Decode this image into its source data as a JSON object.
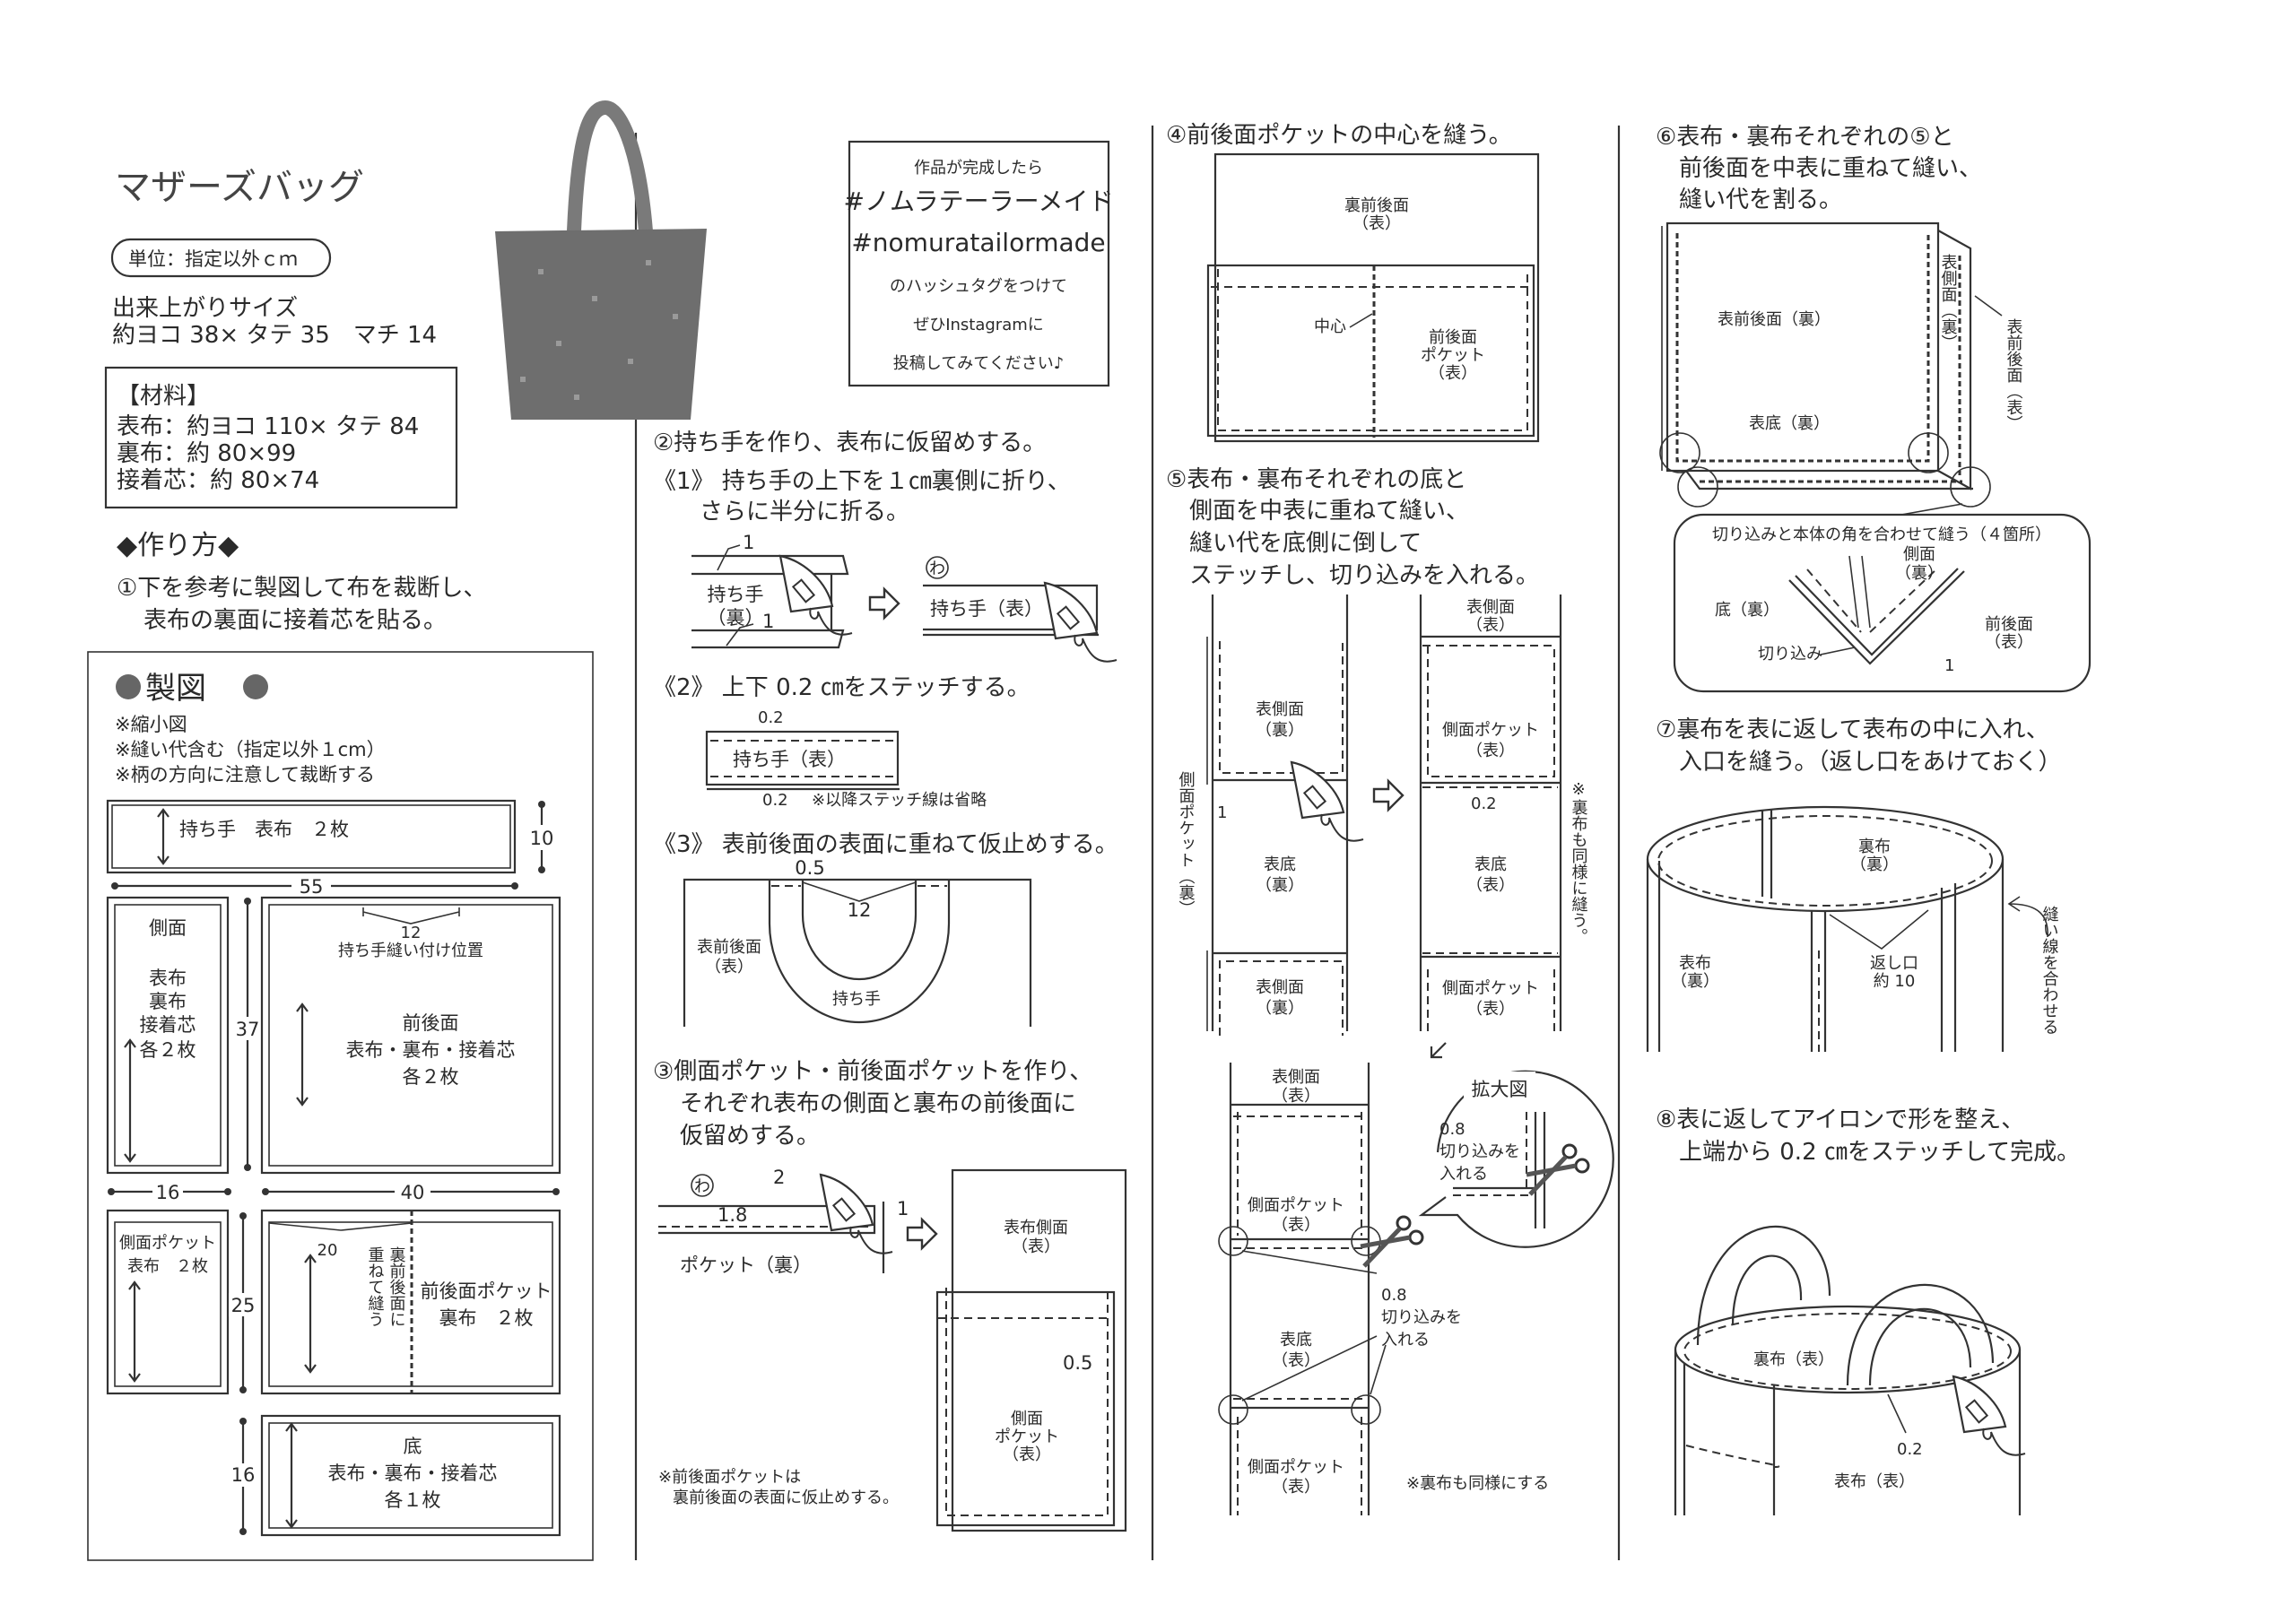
{
  "header": {
    "title": "マザーズバッグ",
    "unit": "単位：指定以外ｃｍ",
    "size_label": "出来上がりサイズ",
    "size_value": "約ヨコ 38× タテ 35　マチ 14"
  },
  "materials": {
    "heading": "【材料】",
    "items": [
      "表布：約ヨコ 110× タテ 84",
      "裏布：約 80×99",
      "接着芯：約 80×74"
    ]
  },
  "instagram": {
    "lines": [
      "作品が完成したら",
      "#ノムラテーラーメイド",
      "#nomuratailormade",
      "のハッシュタグをつけて",
      "ぜひInstagramに",
      "投稿してみてください♪"
    ]
  },
  "howto": {
    "heading": "◆作り方◆",
    "step1": [
      "①下を参考に製図して布を裁断し、",
      "表布の裏面に接着芯を貼る。"
    ]
  },
  "pattern": {
    "heading": "製図",
    "notes": [
      "※縮小図",
      "※縫い代含む（指定以外１cm）",
      "※柄の方向に注意して裁断する"
    ],
    "handle_label": "持ち手　表布　２枚",
    "dim_10": "10",
    "dim_55": "55",
    "side": [
      "側面",
      "表布",
      "裏布",
      "接着芯",
      "各２枚"
    ],
    "dim_37": "37",
    "handle_pos_num": "12",
    "handle_pos_label": "持ち手縫い付け位置",
    "front": [
      "前後面",
      "表布・裏布・接着芯",
      "各２枚"
    ],
    "dim_16a": "16",
    "dim_40": "40",
    "side_pocket": [
      "側面ポケット",
      "表布　２枚"
    ],
    "dim_25": "25",
    "front_pocket_20": "20",
    "front_pocket_note": [
      "裏前後面に",
      "重ねて縫う"
    ],
    "front_pocket": [
      "前後面ポケット",
      "裏布　２枚"
    ],
    "bottom": [
      "底",
      "表布・裏布・接着芯",
      "各１枚"
    ],
    "dim_16b": "16"
  },
  "step2": {
    "heading": "②持ち手を作り、表布に仮留めする。",
    "sub1": [
      "《1》 持ち手の上下を１㎝裏側に折り、",
      "さらに半分に折る。"
    ],
    "d1_num": "1",
    "d1_label": [
      "持ち手",
      "（裏）"
    ],
    "wa": "わ",
    "d1_right": "持ち手（表）",
    "sub2": "《2》 上下 0.2 ㎝をステッチする。",
    "d2_num": "0.2",
    "d2_label": "持ち手（表）",
    "d2_note": "※以降ステッチ線は省略",
    "sub3": "《3》 表前後面の表面に重ねて仮止めする。",
    "d3_05": "0.5",
    "d3_12": "12",
    "d3_panel": [
      "表前後面",
      "（表）"
    ],
    "d3_handle": "持ち手"
  },
  "step3": {
    "heading": [
      "③側面ポケット・前後面ポケットを作り、",
      "それぞれ表布の側面と裏布の前後面に",
      "仮留めする。"
    ],
    "wa": "わ",
    "n2": "2",
    "n18": "1.8",
    "n1": "1",
    "pocket_back": "ポケット（裏）",
    "side_panel": [
      "表布側面",
      "（表）"
    ],
    "n05": "0.5",
    "side_pocket": [
      "側面",
      "ポケット",
      "（表）"
    ],
    "note": [
      "※前後面ポケットは",
      "裏前後面の表面に仮止めする。"
    ]
  },
  "step4": {
    "heading": "④前後面ポケットの中心を縫う。",
    "panel": [
      "裏前後面",
      "（表）"
    ],
    "center": "中心",
    "pocket": [
      "前後面",
      "ポケット",
      "（表）"
    ]
  },
  "step5": {
    "heading": [
      "⑤表布・裏布それぞれの底と",
      "側面を中表に重ねて縫い、",
      "縫い代を底側に倒して",
      "ステッチし、切り込みを入れる。"
    ],
    "left": {
      "side_top": [
        "表側面",
        "（裏）"
      ],
      "bottom": [
        "表底",
        "（裏）"
      ],
      "side_bottom": [
        "表側面",
        "（裏）"
      ],
      "pocket_label": "側面ポケット（裏）",
      "n1": "1"
    },
    "right": {
      "side_top": [
        "表側面",
        "（表）"
      ],
      "pocket_top": [
        "側面ポケット",
        "（表）"
      ],
      "n02": "0.2",
      "bottom": [
        "表底",
        "（表）"
      ],
      "pocket_bottom": [
        "側面ポケット",
        "（表）"
      ],
      "note": "※裏布も同様に縫う。"
    },
    "detail": {
      "side_top": [
        "表側面",
        "（表）"
      ],
      "pocket_top": [
        "側面ポケット",
        "（表）"
      ],
      "bottom": [
        "表底",
        "（表）"
      ],
      "pocket_bottom": [
        "側面ポケット",
        "（表）"
      ],
      "cut": [
        "0.8",
        "切り込みを",
        "入れる"
      ],
      "zoom_title": "拡大図",
      "zoom_cut": [
        "0.8",
        "切り込みを",
        "入れる"
      ],
      "note": "※裏布も同様にする"
    }
  },
  "step6": {
    "heading": [
      "⑥表布・裏布それぞれの⑤と",
      "前後面を中表に重ねて縫い、",
      "縫い代を割る。"
    ],
    "panel": "表前後面（裏）",
    "bottom": "表底（裏）",
    "side": "表側面（裏）",
    "front_out": "表前後面（表）",
    "box_title": "切り込みと本体の角を合わせて縫う（４箇所）",
    "box_side": [
      "側面",
      "（裏）"
    ],
    "box_bottom": "底（裏）",
    "box_cut": "切り込み",
    "box_front": [
      "前後面",
      "（表）"
    ],
    "box_1": "1"
  },
  "step7": {
    "heading": [
      "⑦裏布を表に返して表布の中に入れ、",
      "入口を縫う。（返し口をあけておく）"
    ],
    "lining": [
      "裏布",
      "（裏）"
    ],
    "outer": [
      "表布",
      "（裏）"
    ],
    "opening": [
      "返し口",
      "約 10"
    ],
    "match": "縫い線を合わせる"
  },
  "step8": {
    "heading": [
      "⑧表に返してアイロンで形を整え、",
      "上端から 0.2 ㎝をステッチして完成。"
    ],
    "lining": "裏布（表）",
    "n02": "0.2",
    "outer": "表布（表）"
  },
  "colors": {
    "ink": "#2a2a2a",
    "bag": "#6e6e6e",
    "paper": "#ffffff"
  }
}
